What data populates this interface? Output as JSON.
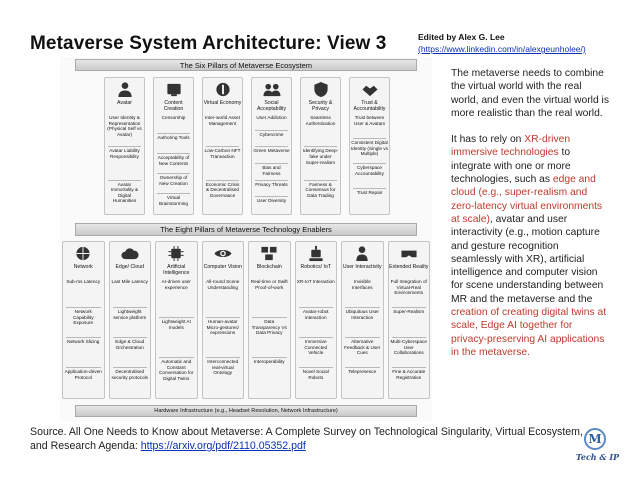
{
  "title": "Metaverse System Architecture: View 3",
  "editor": {
    "name": "Edited by Alex G. Lee",
    "link": "(https://www.linkedin.com/in/alexgeunholee/)"
  },
  "side": {
    "p1": "The metaverse needs to combine the virtual world with the real world, and even the virtual world is more realistic than the real world.",
    "p2_pre": "It has to rely on ",
    "p2_r1": "XR-driven immersive technologies",
    "p2_m1": " to integrate with one or more technologies, such as ",
    "p2_r2": "edge and cloud (e.g., super-realism and zero-latency virtual environments at scale)",
    "p2_m2": ", avatar and user interactivity (e.g., motion capture and gesture recognition seamlessly with XR), artificial intelligence and computer vision for scene understanding between MR and the metaverse and the ",
    "p2_r3": "creation of creating digital twins at scale, Edge AI together for privacy-preserving AI applications in the metaverse."
  },
  "source": {
    "text": "Source. All One Needs to Know about Metaverse: A Complete Survey on Technological Singularity, Virtual Ecosystem, and Research Agenda: ",
    "link": "https://arxiv.org/pdf/2110.05352.pdf"
  },
  "logo": {
    "mark": "M",
    "text": "Tech & IP"
  },
  "diagram": {
    "top_banner": "The Six Pillars of Metaverse Ecosystem",
    "mid_banner": "The Eight Pillars of Metaverse Technology Enablers",
    "bottom_banner": "Hardware Infrastructure (e.g., Headset Resolution, Network Infrastructure)",
    "pillars6": [
      {
        "name": "Avatar",
        "icon": "avatar-icon",
        "items": [
          "User Identity & Representation (Physical Self vs Avatar)",
          "Avatar Liability Responsibility",
          "Avatar Immortality & Digital Humanities"
        ]
      },
      {
        "name": "Content Creation",
        "icon": "content-creation-icon",
        "items": [
          "Censorship",
          "Authoring Tools",
          "Acceptability of New Contents",
          "Ownership of New Creation",
          "Virtual Brainstorming"
        ]
      },
      {
        "name": "Virtual Economy",
        "icon": "virtual-economy-icon",
        "items": [
          "Inter-world Asset Management",
          "Low-Carbon NFT Transaction",
          "Economic Crisis & Decentralised Governance"
        ]
      },
      {
        "name": "Social Acceptability",
        "icon": "social-icon",
        "items": [
          "User Addiction",
          "Cybercrime",
          "Green Metaverse",
          "Bias and Fairness",
          "Privacy Threats",
          "User Diversity"
        ]
      },
      {
        "name": "Security & Privacy",
        "icon": "security-icon",
        "items": [
          "Seamless Authentication",
          "Identifying Deep-fake under Super-realism",
          "Fairness & Consensus for Data Trading"
        ]
      },
      {
        "name": "Trust & Accountability",
        "icon": "trust-icon",
        "items": [
          "Trust between User & Avatars",
          "Consistent Digital Identity (Single vs Multiple)",
          "Cyberspace Accountability",
          "Trust Repair"
        ]
      }
    ],
    "pillars8": [
      {
        "name": "Network",
        "icon": "network-icon",
        "items": [
          "Sub-ms Latency",
          "Network Capability Exposure",
          "Network Slicing",
          "Application-driven Protocol"
        ]
      },
      {
        "name": "Edge/ Cloud",
        "icon": "cloud-icon",
        "items": [
          "Last Mile Latency",
          "Lightweight service platform",
          "Edge & Cloud Orchestration",
          "Decentralised security protocols"
        ]
      },
      {
        "name": "Artificial Intelligence",
        "icon": "ai-icon",
        "items": [
          "AI-driven user experience",
          "Lightweight AI models",
          "Automatic and Constant Conversation for Digital Twins"
        ]
      },
      {
        "name": "Computer Vision",
        "icon": "computer-vision-icon",
        "items": [
          "All-round Scene Understanding",
          "Human-avatar Micro-gestures/ expressions",
          "Interconnected real-virtual Ontology"
        ]
      },
      {
        "name": "Blockchain",
        "icon": "blockchain-icon",
        "items": [
          "Real-time or Swift Proof-of-work",
          "Data Transparency Vs Data Privacy",
          "Interoperability"
        ]
      },
      {
        "name": "Robotics/ IoT",
        "icon": "robotics-icon",
        "items": [
          "XR-IoT Interaction",
          "Avatar-robot interaction",
          "Immersive Connected Vehicle",
          "Novel Social Robots"
        ]
      },
      {
        "name": "User Interactivity",
        "icon": "user-interactivity-icon",
        "items": [
          "Invisible Interfaces",
          "Ubiquitous User Interaction",
          "Alternative Feedback & User Cues",
          "Telepresence"
        ]
      },
      {
        "name": "Extended Reality",
        "icon": "xr-icon",
        "items": [
          "Full Integration of Virtual-Real Environments",
          "Super-Realism",
          "Multi-Cyberspace User Collaborations",
          "Fine & Accurate Registration"
        ]
      }
    ]
  }
}
